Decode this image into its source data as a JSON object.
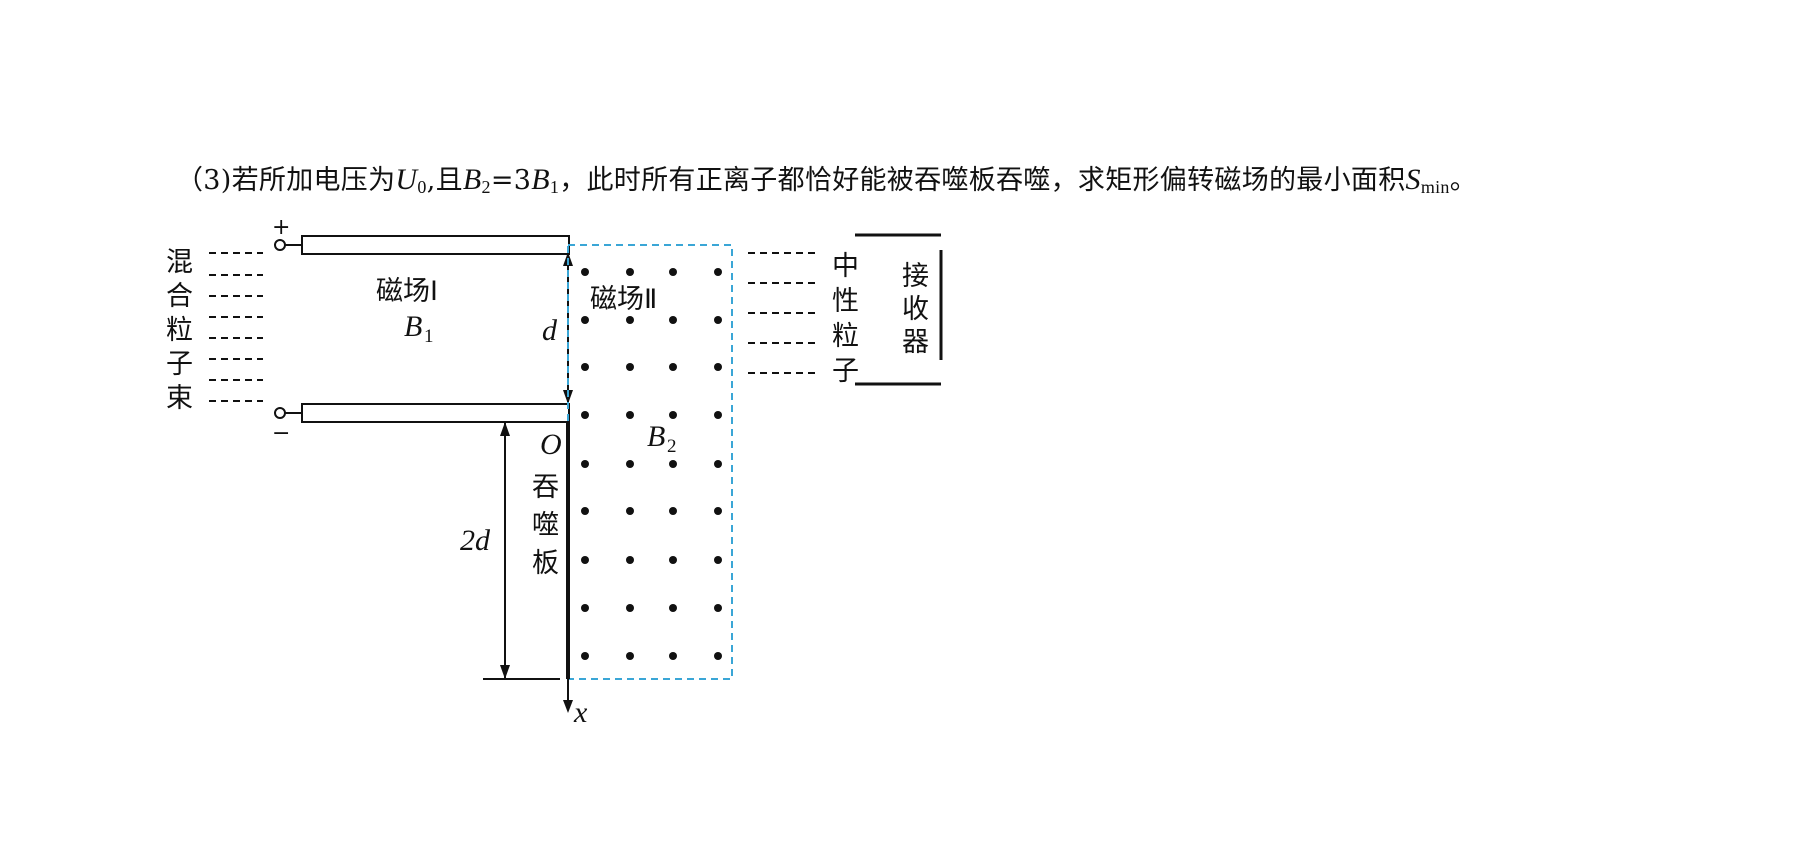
{
  "question": {
    "prefix": "（3)若所加电压为",
    "U": "U",
    "U_sub": "0",
    "mid1": ",且",
    "B2": "B",
    "B2_sub": "2",
    "eq": "=3",
    "B1": "B",
    "B1_sub": "1",
    "rest": "，此时所有正离子都恰好能被吞噬板吞噬，求矩形偏转磁场的最小面积",
    "S": "S",
    "S_sub": "min",
    "end": "。"
  },
  "figure": {
    "plus": "+",
    "minus": "−",
    "beam_chars": [
      "混",
      "合",
      "粒",
      "子",
      "束"
    ],
    "field1_label": "磁场Ⅰ",
    "field1_B": "B",
    "field1_B_sub": "1",
    "d_label": "d",
    "field2_label": "磁场Ⅱ",
    "field2_B": "B",
    "field2_B_sub": "2",
    "origin": "O",
    "plate_chars": [
      "吞",
      "噬",
      "板"
    ],
    "twod_label": "2d",
    "x_label": "x",
    "neutral_chars": [
      "中",
      "性",
      "粒",
      "子"
    ],
    "receiver_chars": [
      "接",
      "收",
      "器"
    ],
    "colors": {
      "field_boundary": "#3aa6d6",
      "ink": "#111111"
    }
  }
}
